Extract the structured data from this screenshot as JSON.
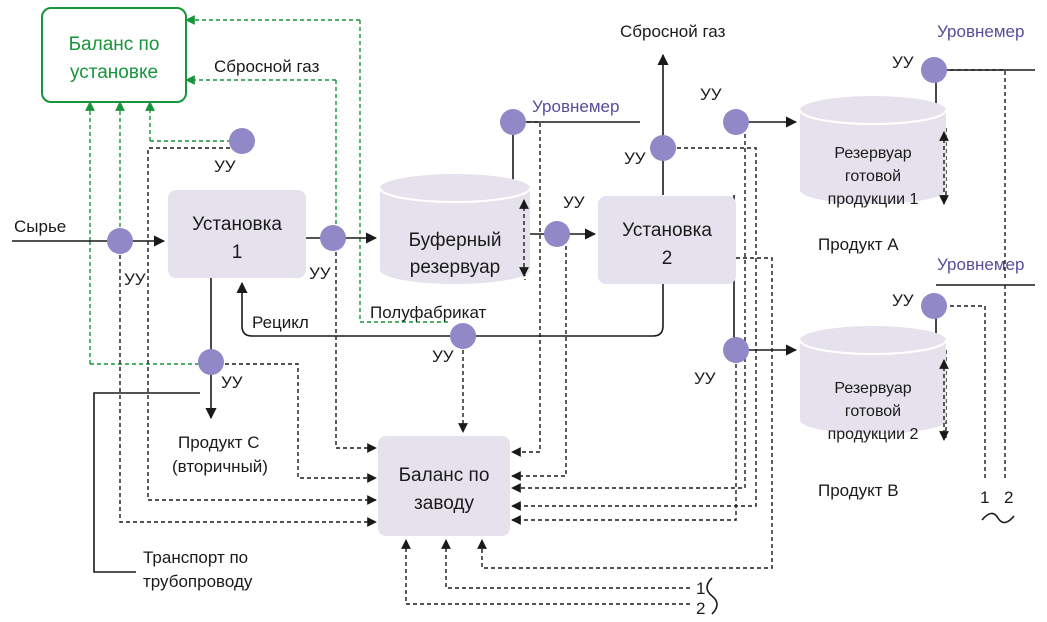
{
  "labels": {
    "plant_balance_box": [
      "Баланс по",
      "установке"
    ],
    "raw": "Сырье",
    "unit1": [
      "Установка",
      "1"
    ],
    "buffer_tank": [
      "Буферный",
      "резервуар"
    ],
    "unit2": [
      "Установка",
      "2"
    ],
    "factory_balance": [
      "Баланс по",
      "заводу"
    ],
    "product_tank1": [
      "Резервуар",
      "готовой",
      "продукции 1"
    ],
    "product_tank2": [
      "Резервуар",
      "готовой",
      "продукции 2"
    ],
    "flare_gas_top": "Сбросной газ",
    "flare_gas_left": "Сбросной газ",
    "level_gauge": "Уровнемер",
    "meter": "УУ",
    "recycle": "Рецикл",
    "semiproduct": "Полуфабрикат",
    "product_a": "Продукт А",
    "product_b": "Продукт В",
    "product_c": [
      "Продукт С",
      "(вторичный)"
    ],
    "pipeline": [
      "Транспорт по",
      "трубопроводу"
    ],
    "num1": "1",
    "num2": "2"
  },
  "colors": {
    "node": "#9189c7",
    "process_box": "#e6e2ed",
    "green": "#16953a",
    "purple_text": "#5a4c9a",
    "line": "#1a1a1a"
  }
}
